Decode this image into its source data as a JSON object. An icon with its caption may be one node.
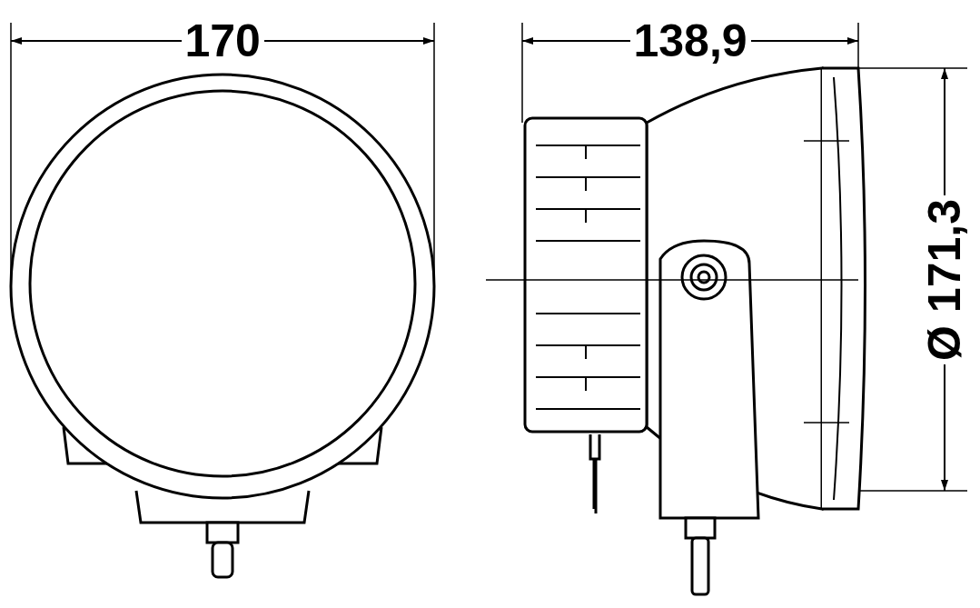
{
  "diagram": {
    "labels": [
      "170",
      "138,9",
      "Ø 171,3"
    ]
  }
}
